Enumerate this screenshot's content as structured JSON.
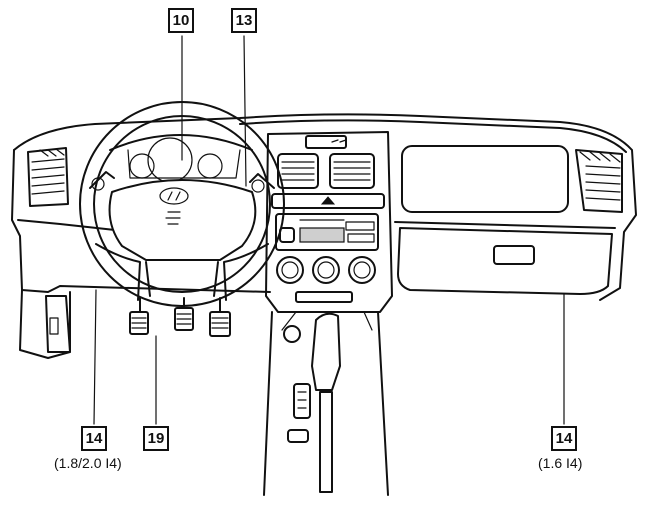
{
  "callouts": [
    {
      "id": "10",
      "label": "10"
    },
    {
      "id": "13",
      "label": "13"
    },
    {
      "id": "14a",
      "label": "14",
      "note": "(1.8/2.0 I4)"
    },
    {
      "id": "19",
      "label": "19"
    },
    {
      "id": "14b",
      "label": "14",
      "note": "(1.6 I4)"
    }
  ],
  "icons": [
    "steering-wheel-icon",
    "hyundai-logo-icon",
    "pedal-icon",
    "gear-shifter-icon",
    "air-vent-icon",
    "radio-unit-icon",
    "climate-knob-icon",
    "glovebox-icon"
  ],
  "colors": {
    "line": "#111111",
    "background": "#ffffff"
  }
}
